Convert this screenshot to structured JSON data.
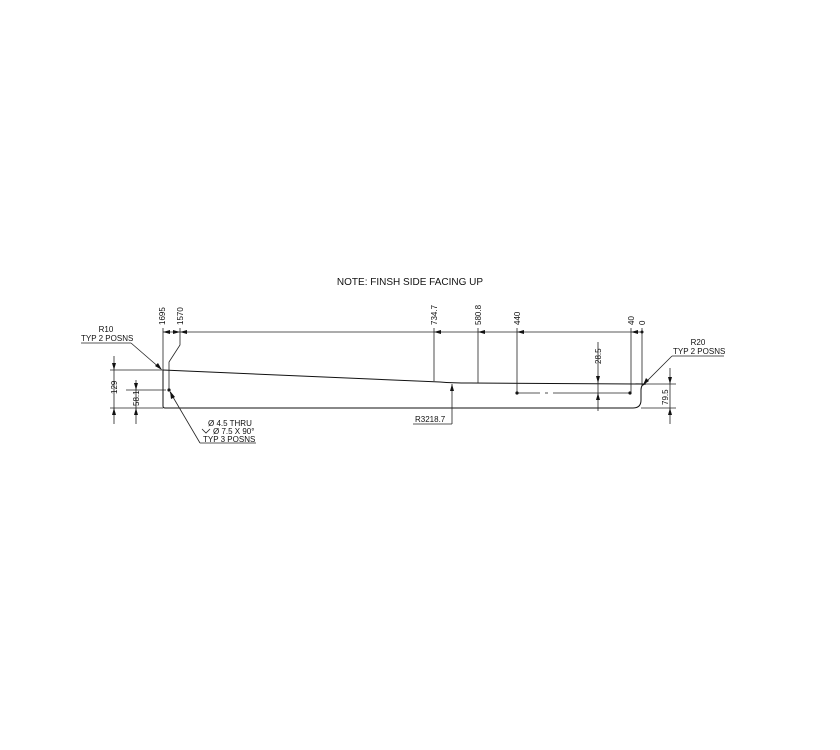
{
  "drawing": {
    "note": "NOTE: FINSH SIDE FACING UP",
    "top_dimensions": [
      "1695",
      "1570",
      "734.7",
      "580.8",
      "440",
      "40",
      "0"
    ],
    "left_callout": {
      "radius": "R10",
      "qty": "TYP 2 POSNS"
    },
    "right_callout": {
      "radius": "R20",
      "qty": "TYP 2 POSNS"
    },
    "hole_callout": {
      "thru": "Ø 4.5 THRU",
      "csk": "Ø 7.5 X 90°",
      "qty": "TYP 3 POSNS"
    },
    "left_dimensions": {
      "overall_height": "129",
      "hole_height": "58.1"
    },
    "right_dimensions": {
      "height": "79.5",
      "hole_offset": "28.5"
    },
    "arc_radius": "R3218.7",
    "colors": {
      "line": "#111111",
      "background": "#ffffff"
    }
  }
}
